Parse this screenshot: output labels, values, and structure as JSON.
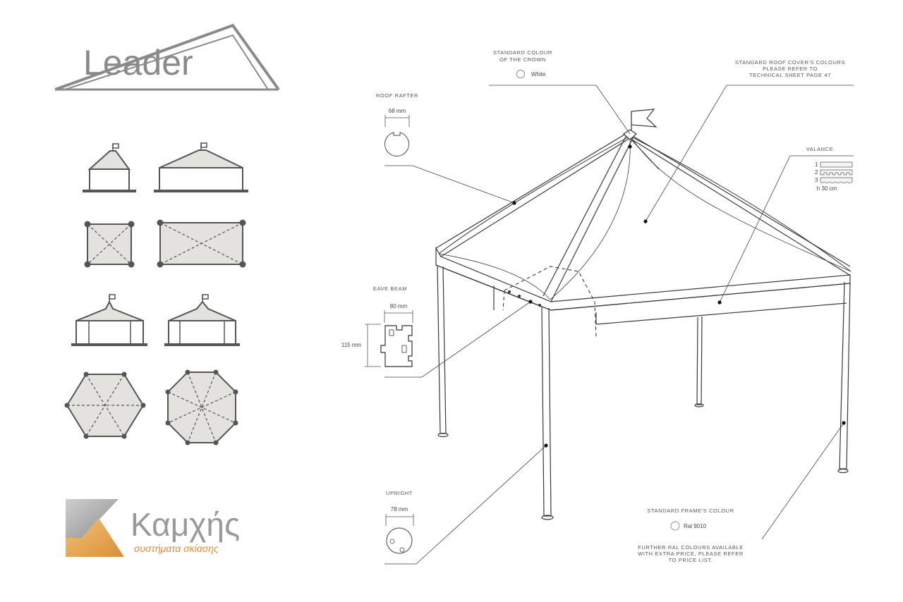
{
  "brand": {
    "leader_wordmark": "Leader",
    "company_name": "Καμχής",
    "company_tagline": "συστήματα σκίασης",
    "company_accent": "#e6a24a"
  },
  "callouts": {
    "crown": {
      "title_line1": "STANDARD COLOUR",
      "title_line2": "OF THE CROWN",
      "swatch_label": "White"
    },
    "roof_cover": {
      "line1": "STANDARD ROOF COVER'S COLOURS",
      "line2": "PLEASE  REFER TO",
      "line3": "TECHNICAL SHEET PAGE 47"
    },
    "roof_rafter": {
      "title": "ROOF RAFTER",
      "width": "68 mm"
    },
    "valance": {
      "title": "VALANCE",
      "options": [
        "1",
        "2",
        "3"
      ],
      "height": "h 30 cm"
    },
    "eave_beam": {
      "title": "EAVE BEAM",
      "width": "80 mm",
      "height": "115 mm"
    },
    "upright": {
      "title": "UPRIGHT",
      "width": "78 mm"
    },
    "frame_colour": {
      "title": "STANDARD FRAME'S COLOUR",
      "swatch_label": "Ral 9010",
      "note_line1": "FURTHER RAL COLOURS AVAILABLE",
      "note_line2": "WITH EXTRA PRICE, PLEASE REFER",
      "note_line3": "TO PRICE LIST."
    }
  },
  "variants_icons": [
    "square-tent-side-icon",
    "rectangular-tent-side-icon",
    "square-tent-plan-icon",
    "rectangular-tent-plan-icon",
    "hexagonal-tent-side-icon",
    "octagonal-tent-side-icon",
    "hexagonal-tent-plan-icon",
    "octagonal-tent-plan-icon"
  ],
  "colors": {
    "line": "#3a3a3a",
    "icon_fill": "#e4e2df",
    "icon_stroke": "#555555",
    "logo_gray": "#8a8a8a"
  }
}
